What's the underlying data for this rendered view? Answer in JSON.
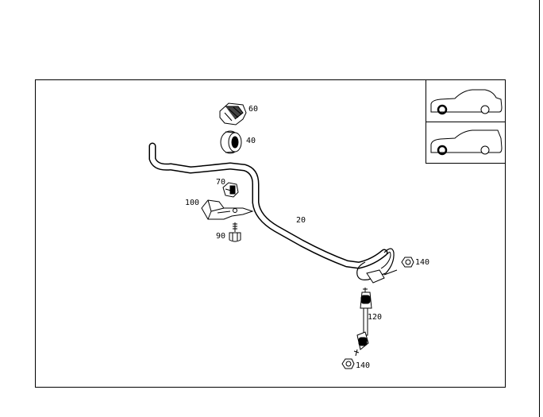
{
  "callouts": {
    "p20": "20",
    "p40": "40",
    "p60": "60",
    "p70": "70",
    "p90": "90",
    "p100": "100",
    "p120": "120",
    "p140_upper": "140",
    "p140_lower": "140"
  },
  "icons": {
    "sedan": "sedan-car-icon",
    "wagon": "wagon-car-icon"
  },
  "colors": {
    "line": "#000000",
    "background": "#ffffff"
  }
}
